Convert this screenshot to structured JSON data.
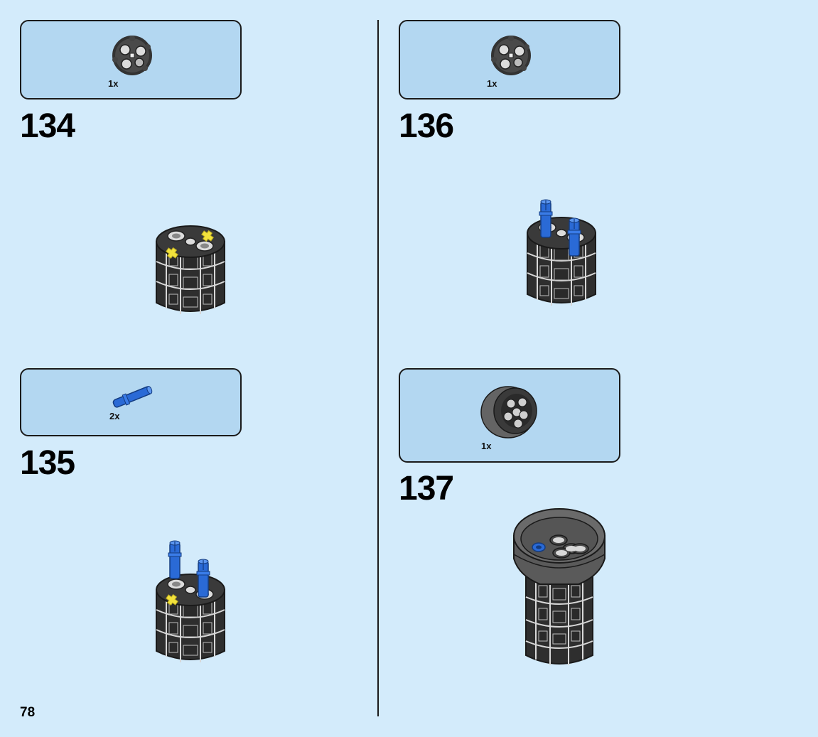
{
  "page": {
    "number": "78"
  },
  "steps": [
    {
      "number": "134",
      "parts": [
        {
          "quantity": "1x",
          "icon": "dark-gray-wheel-hub-icon"
        }
      ]
    },
    {
      "number": "135",
      "parts": [
        {
          "quantity": "2x",
          "icon": "blue-pin-icon"
        }
      ]
    },
    {
      "number": "136",
      "parts": [
        {
          "quantity": "1x",
          "icon": "dark-gray-wheel-hub-icon"
        }
      ]
    },
    {
      "number": "137",
      "parts": [
        {
          "quantity": "1x",
          "icon": "dark-gray-bowl-icon"
        }
      ]
    }
  ],
  "colors": {
    "background": "#d3ebfb",
    "callout": "#b3d7f1",
    "brick_black": "#2b2b2b",
    "pin_blue": "#2a6ad6",
    "axle_yellow": "#f2e23c",
    "dark_gray": "#646464"
  }
}
